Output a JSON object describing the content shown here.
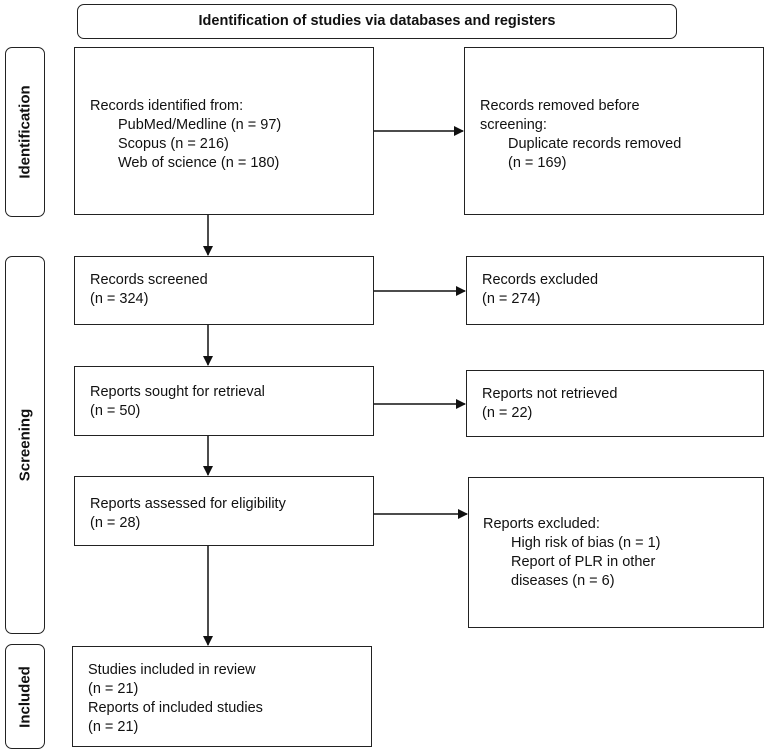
{
  "header": {
    "title": "Identification of studies via databases and registers"
  },
  "phases": {
    "identification": "Identification",
    "screening": "Screening",
    "included": "Included"
  },
  "identification": {
    "records_identified": {
      "title": "Records identified from:",
      "sources": [
        "PubMed/Medline (n = 97)",
        "Scopus (n = 216)",
        "Web of science (n = 180)"
      ]
    },
    "records_removed": {
      "line1": "Records removed before",
      "line2": "screening:",
      "line3": "Duplicate records removed",
      "line4": "(n = 169)"
    }
  },
  "screening": {
    "records_screened": {
      "title": "Records screened",
      "n": "(n = 324)"
    },
    "records_excluded": {
      "title": "Records excluded",
      "n": "(n = 274)"
    },
    "reports_sought": {
      "title": "Reports sought for retrieval",
      "n": "(n = 50)"
    },
    "reports_not_retrieved": {
      "title": "Reports not retrieved",
      "n": "(n = 22)"
    },
    "reports_assessed": {
      "title": "Reports assessed for eligibility",
      "n": "(n = 28)"
    },
    "reports_excluded": {
      "title": "Reports excluded:",
      "reasons": [
        "High risk of bias (n = 1)",
        "Report of PLR in other",
        "diseases (n = 6)"
      ]
    }
  },
  "included": {
    "studies_line1": "Studies included in review",
    "studies_line2": "(n = 21)",
    "reports_line1": "Reports of included studies",
    "reports_line2": "(n = 21)"
  }
}
